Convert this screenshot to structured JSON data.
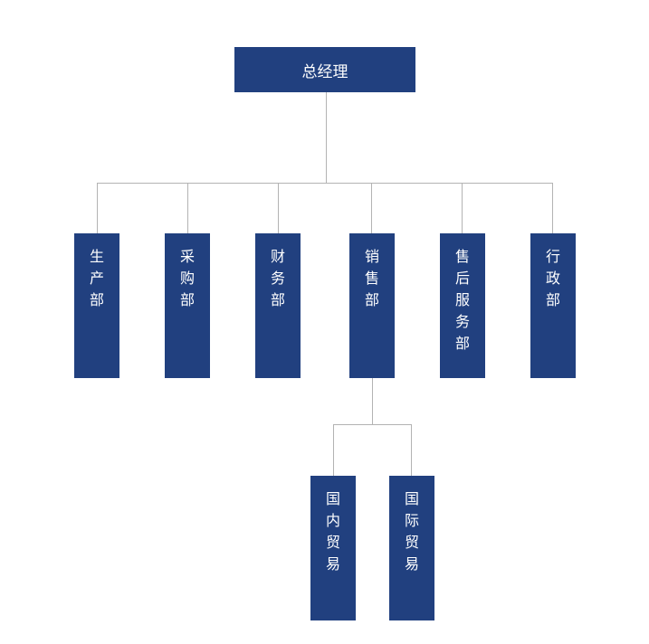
{
  "root": {
    "label": "总经理"
  },
  "departments": [
    {
      "label": "生产部"
    },
    {
      "label": "采购部"
    },
    {
      "label": "财务部"
    },
    {
      "label": "销售部"
    },
    {
      "label": "售后服务部"
    },
    {
      "label": "行政部"
    }
  ],
  "sales_children": [
    {
      "label": "国内贸易"
    },
    {
      "label": "国际贸易"
    }
  ],
  "colors": {
    "node": "#21407f",
    "connector": "#b3b3b3"
  }
}
